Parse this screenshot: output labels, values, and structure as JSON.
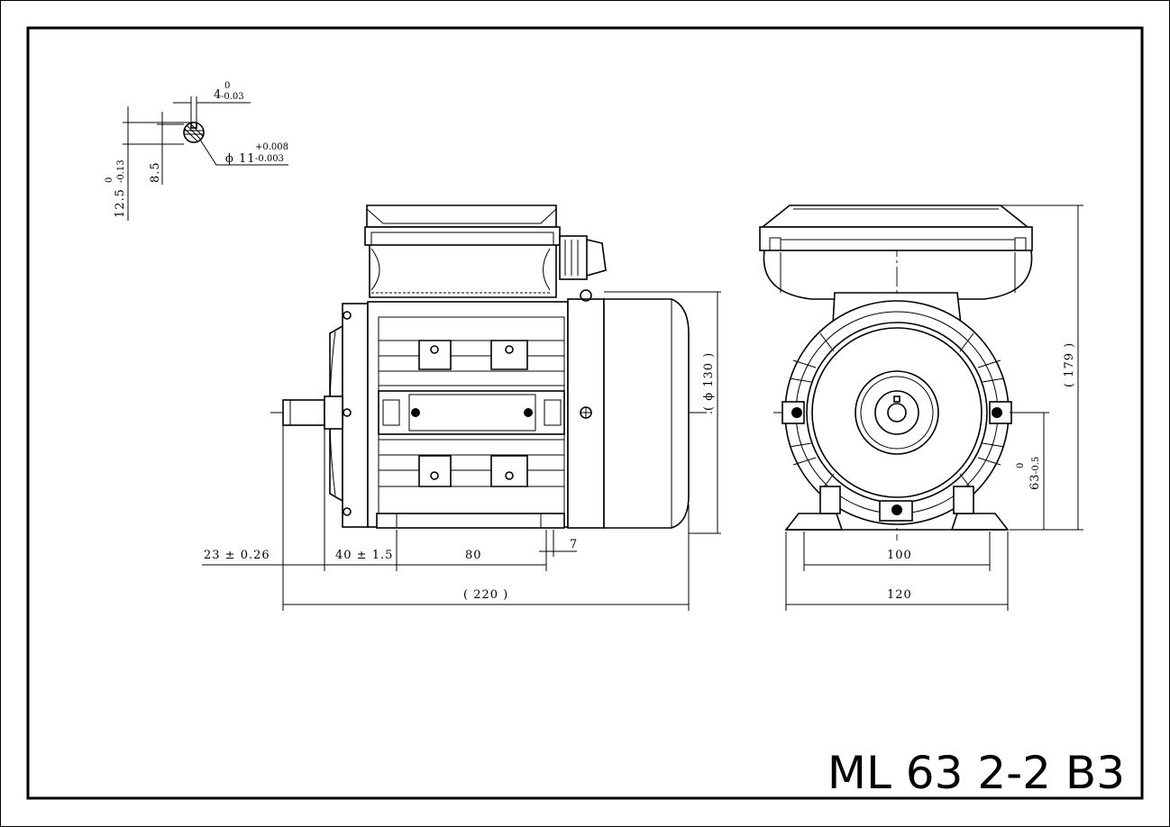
{
  "drawing": {
    "model_title": "ML 63 2-2 B3"
  },
  "key_detail": {
    "key_width": "4",
    "key_width_tol_upper": "0",
    "key_width_tol_lower": "-0.03",
    "shaft_dia": "ϕ 11",
    "shaft_dia_tol_upper": "+0.008",
    "shaft_dia_tol_lower": "-0.003",
    "key_height": "12.5",
    "key_height_tol_upper": "0",
    "key_height_tol_lower": "-0.13",
    "keyway_depth": "8.5"
  },
  "side_view": {
    "shaft_length": "23 ± 0.26",
    "shaft_to_foot": "40 ± 1.5",
    "foot_spacing": "80",
    "foot_width": "7",
    "overall_length": "( 220 )",
    "fan_cover_dia": "( ϕ 130 )"
  },
  "front_view": {
    "foot_hole_spacing": "100",
    "foot_width": "120",
    "overall_height": "( 179 )",
    "shaft_height": "63",
    "shaft_height_tol_upper": "0",
    "shaft_height_tol_lower": "-0.5"
  }
}
